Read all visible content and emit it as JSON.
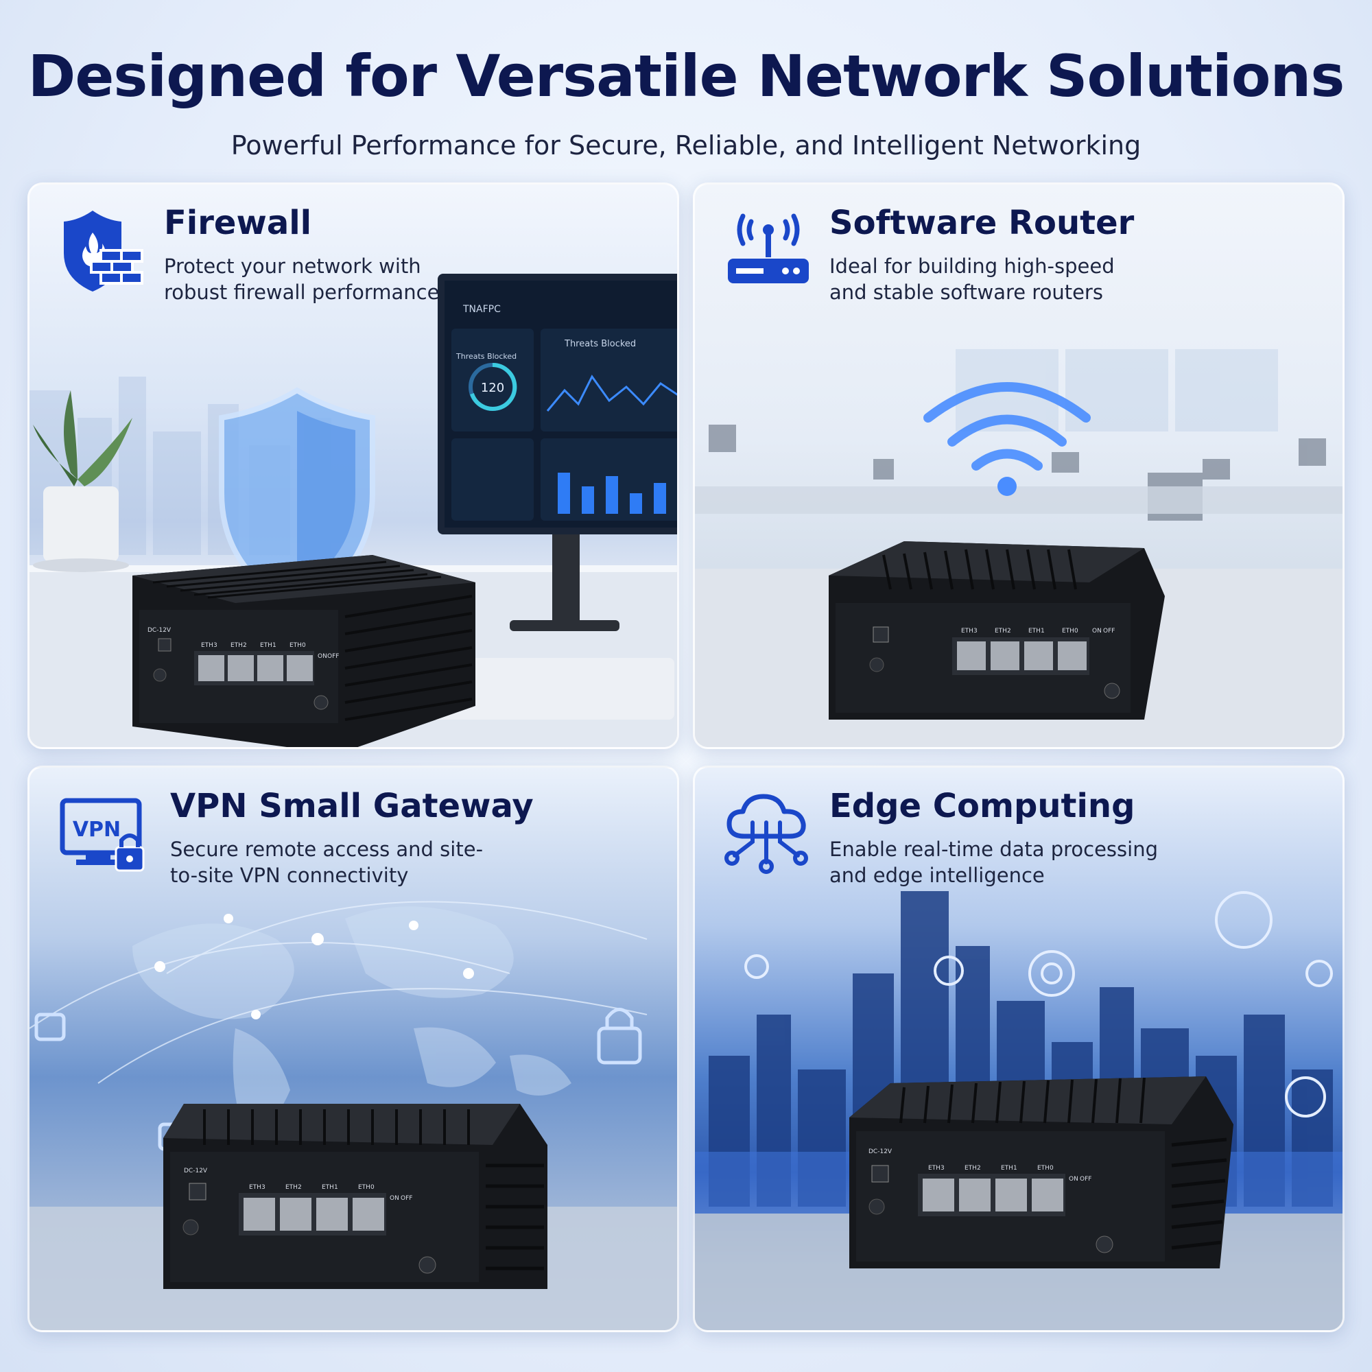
{
  "header": {
    "title": "Designed for Versatile Network Solutions",
    "subtitle": "Powerful Performance for Secure, Reliable, and Intelligent Networking"
  },
  "panels": [
    {
      "title": "Firewall",
      "desc_line1": "Protect your network with",
      "desc_line2": "robust firewall performance",
      "icon": "shield-firewall-icon"
    },
    {
      "title": "Software Router",
      "desc_line1": "Ideal for building high-speed",
      "desc_line2": "and stable software routers",
      "icon": "router-wifi-icon"
    },
    {
      "title": "VPN Small Gateway",
      "desc_line1": "Secure remote access and site-",
      "desc_line2": "to-site VPN connectivity",
      "icon": "vpn-lock-icon"
    },
    {
      "title": "Edge Computing",
      "desc_line1": "Enable real-time data processing",
      "desc_line2": "and edge intelligence",
      "icon": "cloud-network-icon"
    }
  ],
  "monitor": {
    "brand": "TNAFPC",
    "card1_title": "Threats Blocked",
    "card2_title": "Threats Blocked",
    "gauge_value": "120"
  },
  "device": {
    "power_label": "DC-12V",
    "ports": [
      "ETH3",
      "ETH2",
      "ETH1",
      "ETH0"
    ],
    "switch_on": "ON",
    "switch_off": "OFF"
  },
  "icon_labels": {
    "vpn": "VPN"
  },
  "colors": {
    "title": "#0d1850",
    "accent": "#1a47c9",
    "device_body": "#16181c"
  }
}
